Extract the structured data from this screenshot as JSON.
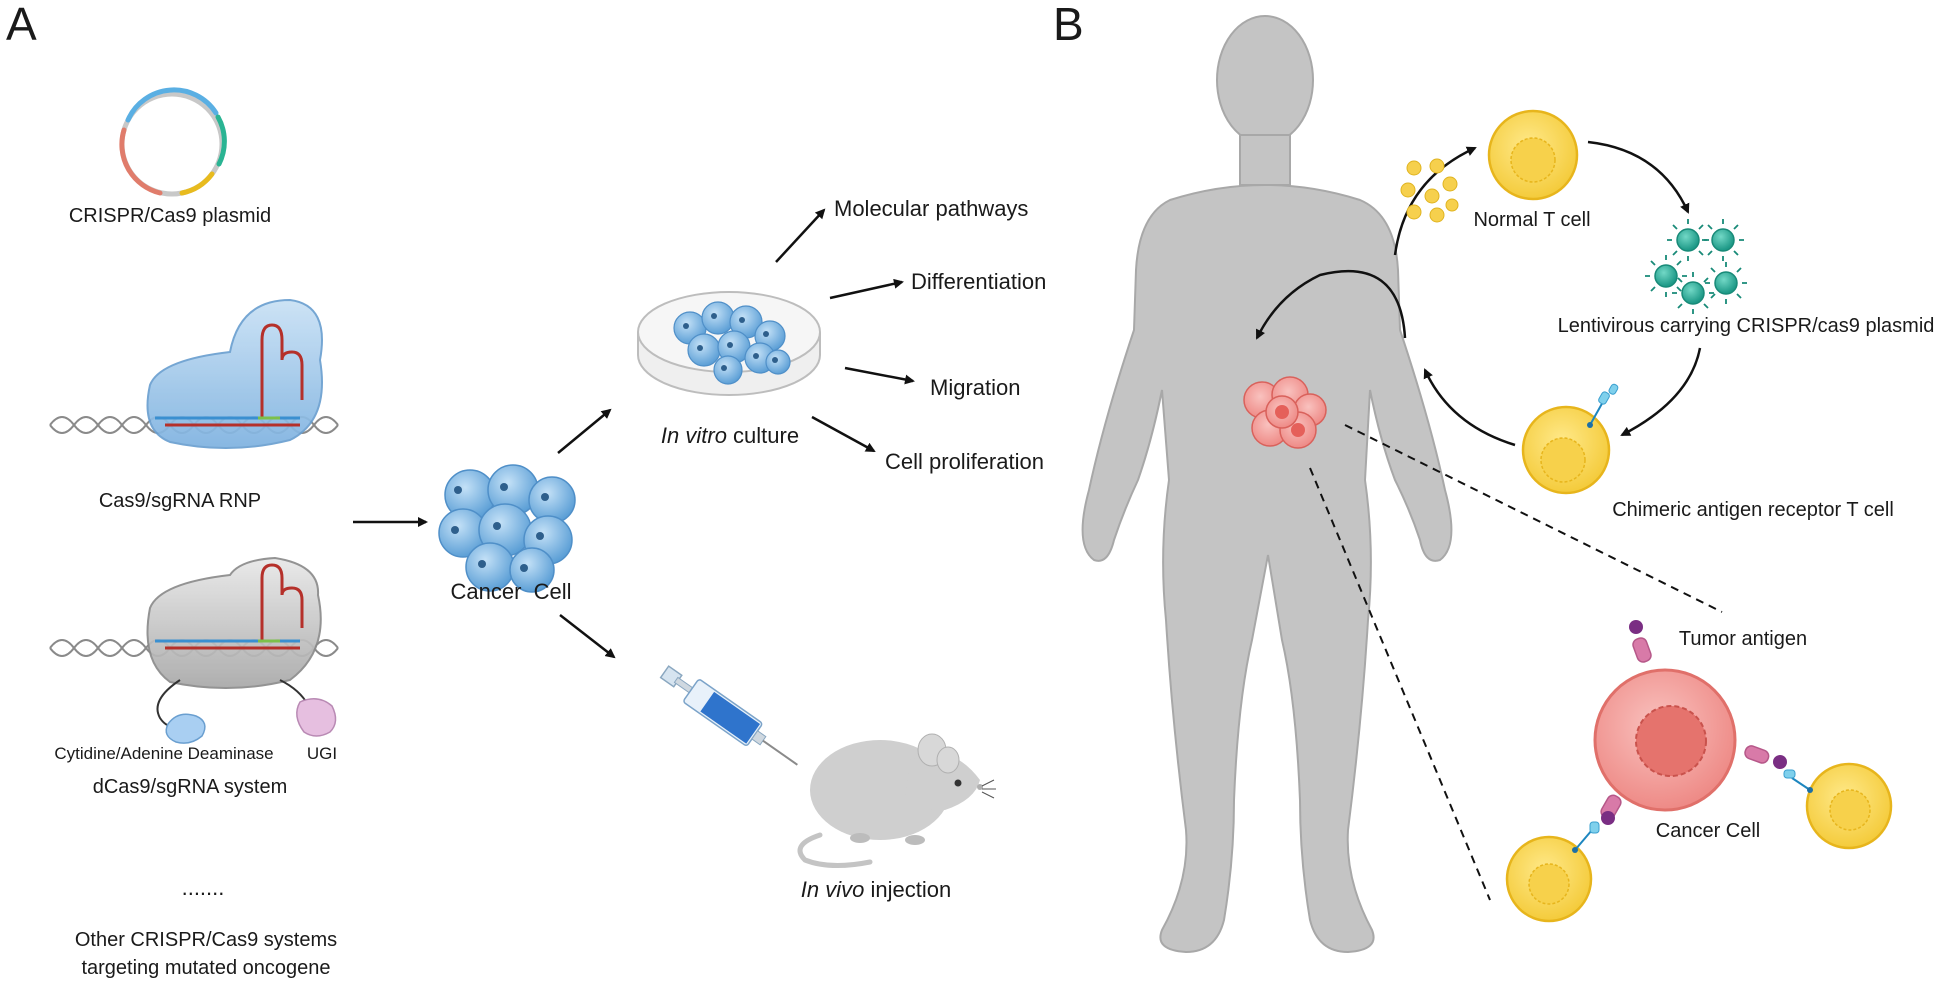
{
  "panel_a": {
    "letter": "A",
    "plasmid_label": "CRISPR/Cas9 plasmid",
    "rnp_label": "Cas9/sgRNA RNP",
    "deaminase_label": "Cytidine/Adenine Deaminase",
    "ugi_label": "UGI",
    "dcas9_label": "dCas9/sgRNA system",
    "ellipsis": ".......",
    "other_line1": "Other CRISPR/Cas9 systems",
    "other_line2": "targeting mutated oncogene",
    "cancer_cell_label": "Cancer  Cell",
    "in_vitro_italic": "In vitro",
    "in_vitro_rest": " culture",
    "outcomes": [
      "Molecular pathways",
      "Differentiation",
      "Migration",
      "Cell proliferation"
    ],
    "in_vivo_italic": "In vivo",
    "in_vivo_rest": " injection"
  },
  "panel_b": {
    "letter": "B",
    "normal_t_cell": "Normal T cell",
    "lentivirus_label": "Lentivirous carrying CRISPR/cas9 plasmid",
    "car_t_label": "Chimeric antigen receptor T cell",
    "tumor_antigen": "Tumor antigen",
    "cancer_cell": "Cancer Cell"
  },
  "colors": {
    "plasmid_blue": "#5aafe3",
    "plasmid_teal": "#2ab493",
    "plasmid_yellow": "#e8bb1e",
    "plasmid_red": "#e07c6b",
    "cell_blue": "#8cc1ec",
    "body_gray": "#c4c4c4",
    "t_cell_yellow": "#f8d95a",
    "cancer_pink": "#f2a7a3",
    "virus_teal": "#2bb3a0",
    "rna_red": "#b5302a"
  }
}
